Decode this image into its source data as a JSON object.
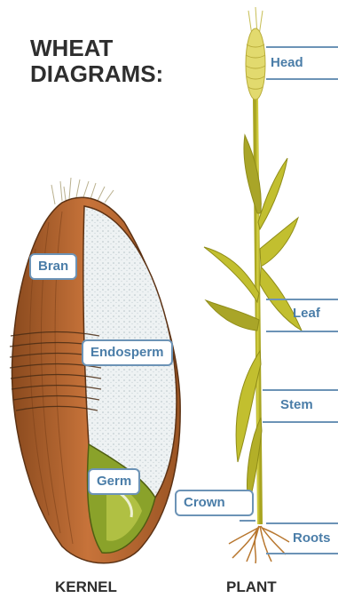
{
  "title_lines": [
    "WHEAT",
    "DIAGRAMS:"
  ],
  "kernel": {
    "caption": "KERNEL",
    "labels": {
      "bran": "Bran",
      "endosperm": "Endosperm",
      "germ": "Germ"
    }
  },
  "plant": {
    "caption": "PLANT",
    "labels": {
      "head": "Head",
      "leaf": "Leaf",
      "stem": "Stem",
      "crown": "Crown",
      "roots": "Roots"
    }
  },
  "colors": {
    "label_border": "#6c93b6",
    "label_text": "#4a7da8",
    "bran": "#b5652e",
    "endosperm": "#e9eef0",
    "germ": "#8aa22a",
    "plant": "#c2bf2f",
    "head": "#e2da6e",
    "roots": "#b8772f"
  }
}
